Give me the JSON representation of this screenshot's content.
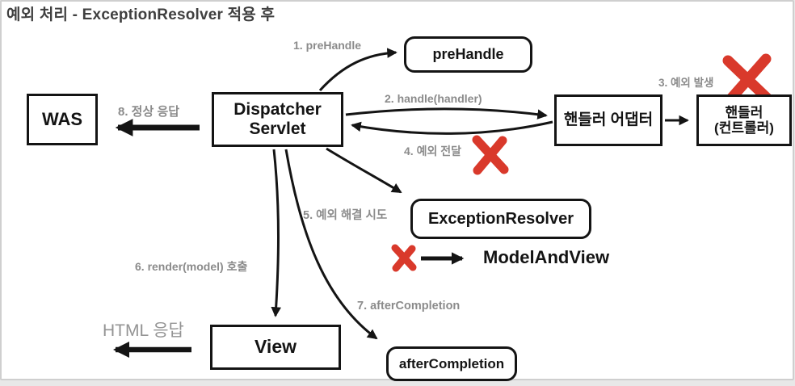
{
  "title": "예외 처리 - ExceptionResolver 적용 후",
  "nodes": {
    "was": "WAS",
    "dispatcher_line1": "Dispatcher",
    "dispatcher_line2": "Servlet",
    "prehandle": "preHandle",
    "handler_adapter": "핸들러 어댑터",
    "handler_line1": "핸들러",
    "handler_line2": "(컨트롤러)",
    "exception_resolver": "ExceptionResolver",
    "model_and_view": "ModelAndView",
    "view": "View",
    "after_completion": "afterCompletion"
  },
  "labels": {
    "step1": "1. preHandle",
    "step2": "2. handle(handler)",
    "step3": "3. 예외 발생",
    "step4": "4. 예외 전달",
    "step5": "5. 예외 해결 시도",
    "step6": "6. render(model) 호출",
    "step7": "7. afterCompletion",
    "step8": "8. 정상 응답",
    "html_response": "HTML 응답"
  },
  "colors": {
    "error_red": "#d9392b",
    "label_gray": "#8b8b8b",
    "line_black": "#141414"
  }
}
